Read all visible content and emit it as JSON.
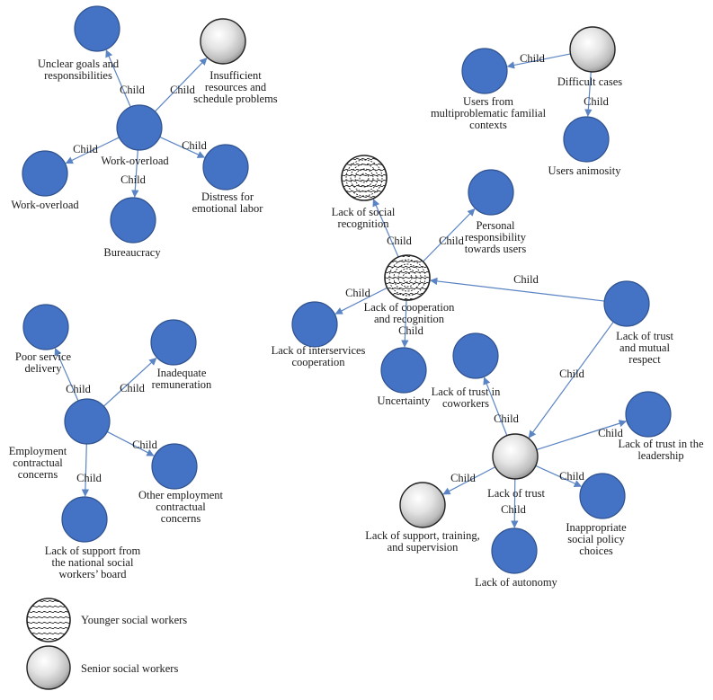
{
  "edge_label": "Child",
  "legend": {
    "younger": "Younger social workers",
    "senior": "Senior social workers"
  },
  "nodes": [
    {
      "id": "wo_center",
      "lines": [
        "Work-overload"
      ],
      "type": "blue"
    },
    {
      "id": "unclear",
      "lines": [
        "Unclear goals and",
        "responsibilities"
      ],
      "type": "blue"
    },
    {
      "id": "insufficient",
      "lines": [
        "Insufficient",
        "resources and",
        "schedule problems"
      ],
      "type": "senior"
    },
    {
      "id": "wo_leaf",
      "lines": [
        "Work-overload"
      ],
      "type": "blue"
    },
    {
      "id": "distress",
      "lines": [
        "Distress for",
        "emotional labor"
      ],
      "type": "blue"
    },
    {
      "id": "bureaucracy",
      "lines": [
        "Bureaucracy"
      ],
      "type": "blue"
    },
    {
      "id": "difficult",
      "lines": [
        "Difficult cases"
      ],
      "type": "senior"
    },
    {
      "id": "multiprob",
      "lines": [
        "Users from",
        "multiproblematic familial",
        "contexts"
      ],
      "type": "blue"
    },
    {
      "id": "animosity",
      "lines": [
        "Users animosity"
      ],
      "type": "blue"
    },
    {
      "id": "coop",
      "lines": [
        "Lack of cooperation",
        "and recognition"
      ],
      "type": "young"
    },
    {
      "id": "social_rec",
      "lines": [
        "Lack of social",
        "recognition"
      ],
      "type": "young"
    },
    {
      "id": "personal",
      "lines": [
        "Personal",
        "responsibility",
        "towards users"
      ],
      "type": "blue"
    },
    {
      "id": "interserv",
      "lines": [
        "Lack of interservices",
        "cooperation"
      ],
      "type": "blue"
    },
    {
      "id": "uncertainty",
      "lines": [
        "Uncertainty"
      ],
      "type": "blue"
    },
    {
      "id": "mutual",
      "lines": [
        "Lack of trust",
        "and mutual",
        "respect"
      ],
      "type": "blue"
    },
    {
      "id": "trust",
      "lines": [
        "Lack of trust"
      ],
      "type": "senior"
    },
    {
      "id": "coworkers",
      "lines": [
        "Lack of trust in",
        "coworkers"
      ],
      "type": "blue"
    },
    {
      "id": "leadership",
      "lines": [
        "Lack of trust in the",
        "leadership"
      ],
      "type": "blue"
    },
    {
      "id": "support",
      "lines": [
        "Lack of support, training,",
        "and supervision"
      ],
      "type": "senior"
    },
    {
      "id": "autonomy",
      "lines": [
        "Lack of autonomy"
      ],
      "type": "blue"
    },
    {
      "id": "policy",
      "lines": [
        "Inappropriate",
        "social policy",
        "choices"
      ],
      "type": "blue"
    },
    {
      "id": "employment",
      "lines": [
        "Employment",
        "contractual",
        "concerns"
      ],
      "type": "blue"
    },
    {
      "id": "poor",
      "lines": [
        "Poor service",
        "delivery"
      ],
      "type": "blue"
    },
    {
      "id": "remuneration",
      "lines": [
        "Inadequate",
        "remuneration"
      ],
      "type": "blue"
    },
    {
      "id": "other_emp",
      "lines": [
        "Other employment",
        "contractual",
        "concerns"
      ],
      "type": "blue"
    },
    {
      "id": "national",
      "lines": [
        "Lack of support from",
        "the national social",
        "workers’ board"
      ],
      "type": "blue"
    }
  ],
  "edges": [
    {
      "from": "wo_center",
      "to": "unclear"
    },
    {
      "from": "wo_center",
      "to": "insufficient"
    },
    {
      "from": "wo_center",
      "to": "wo_leaf"
    },
    {
      "from": "wo_center",
      "to": "distress"
    },
    {
      "from": "wo_center",
      "to": "bureaucracy"
    },
    {
      "from": "difficult",
      "to": "multiprob"
    },
    {
      "from": "difficult",
      "to": "animosity"
    },
    {
      "from": "coop",
      "to": "social_rec"
    },
    {
      "from": "coop",
      "to": "personal"
    },
    {
      "from": "coop",
      "to": "interserv"
    },
    {
      "from": "coop",
      "to": "uncertainty"
    },
    {
      "from": "mutual",
      "to": "coop"
    },
    {
      "from": "mutual",
      "to": "trust"
    },
    {
      "from": "trust",
      "to": "coworkers"
    },
    {
      "from": "trust",
      "to": "leadership"
    },
    {
      "from": "trust",
      "to": "support"
    },
    {
      "from": "trust",
      "to": "autonomy"
    },
    {
      "from": "trust",
      "to": "policy"
    },
    {
      "from": "employment",
      "to": "poor"
    },
    {
      "from": "employment",
      "to": "remuneration"
    },
    {
      "from": "employment",
      "to": "other_emp"
    },
    {
      "from": "employment",
      "to": "national"
    }
  ]
}
